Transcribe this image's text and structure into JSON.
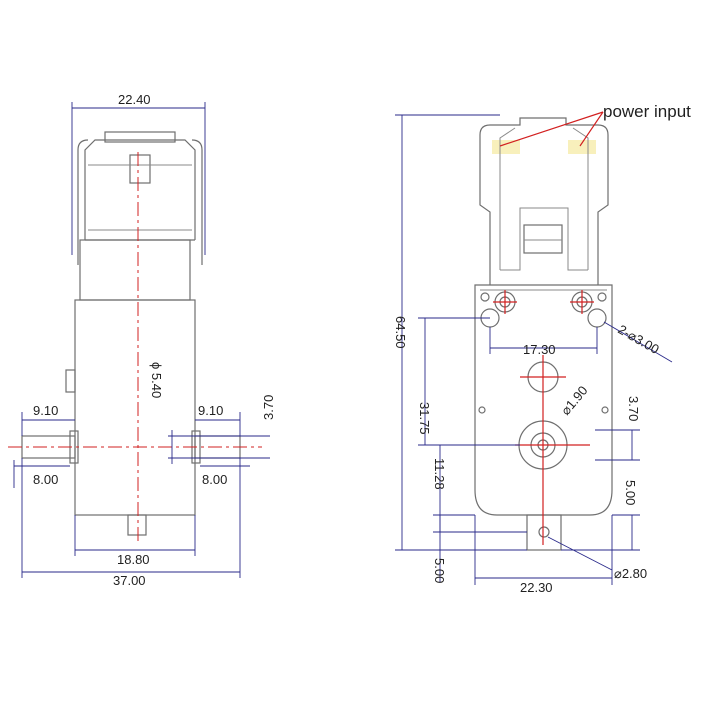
{
  "side_view": {
    "width_top": "22.40",
    "shaft_diameter": "ϕ 5.40",
    "left_shaft_len": "9.10",
    "right_shaft_len": "9.10",
    "left_shaft_inner": "8.00",
    "right_shaft_inner": "8.00",
    "shaft_height": "3.70",
    "bottom_width_inner": "18.80",
    "total_width": "37.00"
  },
  "front_view": {
    "power_label": "power input",
    "total_height": "64.50",
    "hole_spacing": "17.30",
    "mount_holes": "2-⌀3.00",
    "height_to_shaft": "31.75",
    "center_hole": "⌀1.90",
    "right_offset": "3.70",
    "shaft_to_tab": "11.28",
    "tab_offset_right": "5.00",
    "tab_offset_left": "5.00",
    "bottom_width": "22.30",
    "tab_hole": "⌀2.80"
  },
  "colors": {
    "outline": "#6f6f6f",
    "dimension": "#2a2a8a",
    "centerline": "#d22020",
    "highlight": "#f5e9a0"
  }
}
